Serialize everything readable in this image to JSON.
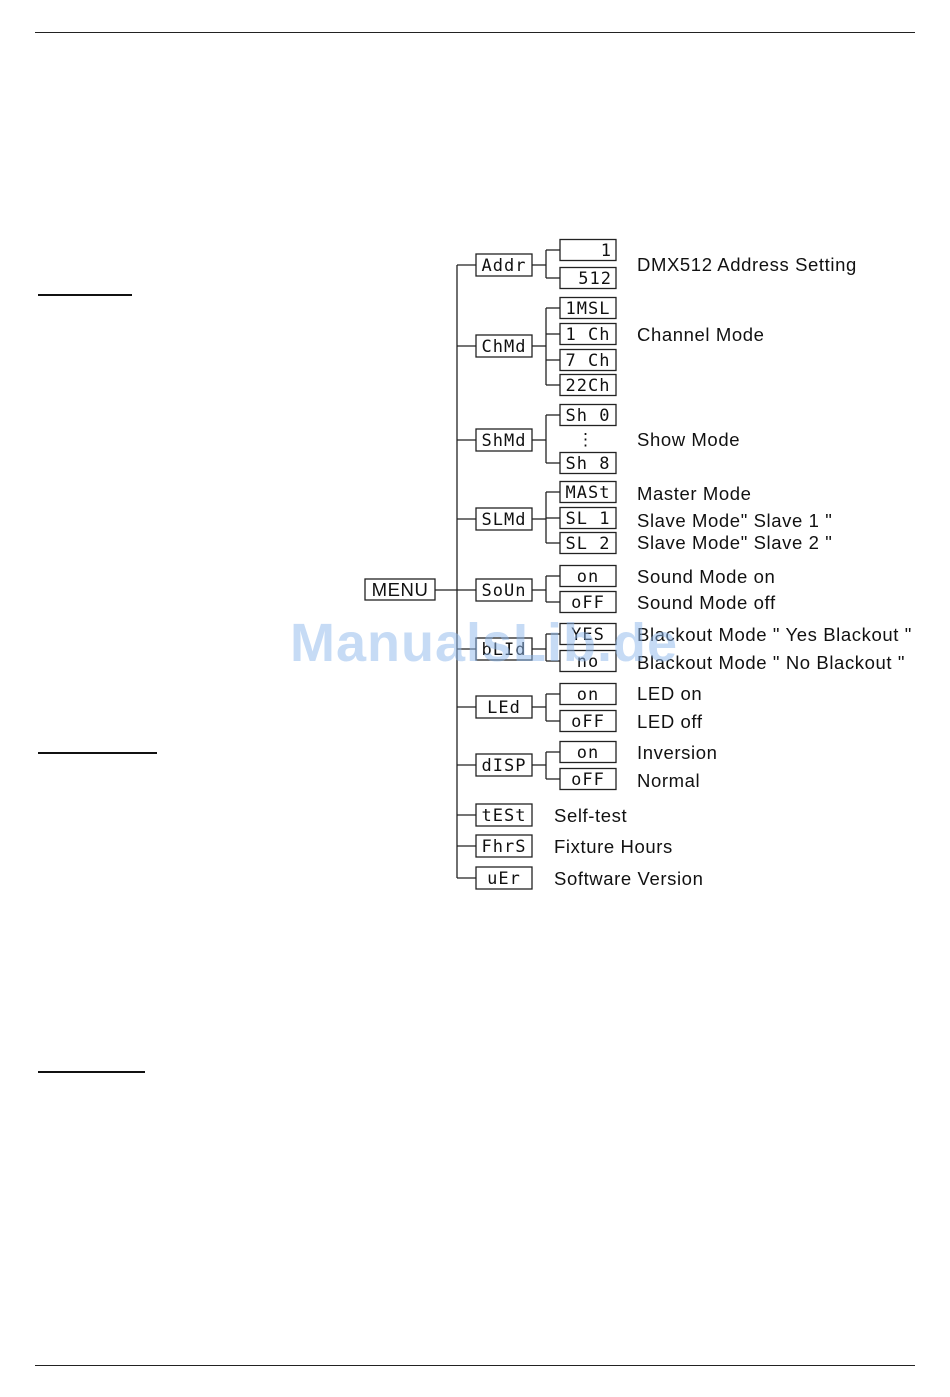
{
  "diagram": {
    "root": "MENU",
    "items": [
      {
        "code": "Addr",
        "children": [
          "1",
          "512"
        ],
        "labels": [
          "DMX512 Address Setting"
        ]
      },
      {
        "code": "ChMd",
        "children": [
          "1MSL",
          "1 Ch",
          "7 Ch",
          "22Ch"
        ],
        "labels": [
          "Channel Mode"
        ]
      },
      {
        "code": "ShMd",
        "children": [
          "Sh 0",
          "⋮",
          "Sh 8"
        ],
        "labels": [
          "Show Mode"
        ]
      },
      {
        "code": "SLMd",
        "children": [
          "MASt",
          "SL 1",
          "SL 2"
        ],
        "labels": [
          "Master Mode",
          "Slave Mode\" Slave 1 \"",
          "Slave Mode\" Slave 2 \""
        ]
      },
      {
        "code": "SoUn",
        "children": [
          "on",
          "oFF"
        ],
        "labels": [
          "Sound Mode on",
          "Sound Mode off"
        ]
      },
      {
        "code": "bLId",
        "children": [
          "YES",
          "no"
        ],
        "labels": [
          "Blackout Mode \" Yes Blackout \"",
          "Blackout Mode \" No Blackout \""
        ]
      },
      {
        "code": "LEd",
        "children": [
          "on",
          "oFF"
        ],
        "labels": [
          "LED on",
          "LED off"
        ]
      },
      {
        "code": "dISP",
        "children": [
          "on",
          "oFF"
        ],
        "labels": [
          "Inversion",
          "Normal"
        ]
      },
      {
        "code": "tESt",
        "children": [],
        "labels": [
          "Self-test"
        ]
      },
      {
        "code": "FhrS",
        "children": [],
        "labels": [
          "Fixture Hours"
        ]
      },
      {
        "code": "uEr",
        "children": [],
        "labels": [
          "Software Version"
        ]
      }
    ]
  },
  "watermark": "ManualsLib.de"
}
